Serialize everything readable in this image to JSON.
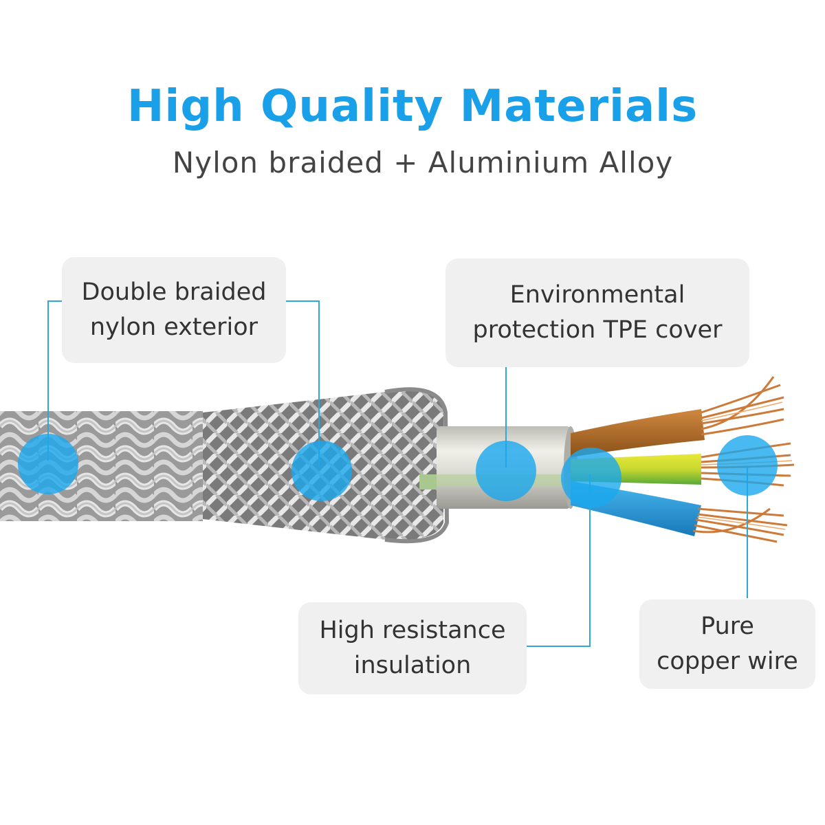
{
  "header": {
    "title": "High Quality Materials",
    "subtitle": "Nylon braided + Aluminium Alloy"
  },
  "labels": {
    "braid": {
      "line1": "Double braided",
      "line2": "nylon exterior"
    },
    "tpe": {
      "line1": "Environmental",
      "line2": "protection TPE cover"
    },
    "insulation": {
      "line1": "High resistance",
      "line2": "insulation"
    },
    "copper": {
      "line1": "Pure",
      "line2": "copper wire"
    }
  },
  "colors": {
    "accent": "#1aa0e8",
    "callout_line": "#2fa8d8",
    "label_bg": "#f0f0f0",
    "wire_brown": "#b8702a",
    "wire_yellow_green": "#c8d838",
    "wire_blue": "#2a98d8",
    "copper": "#d07a3a"
  }
}
